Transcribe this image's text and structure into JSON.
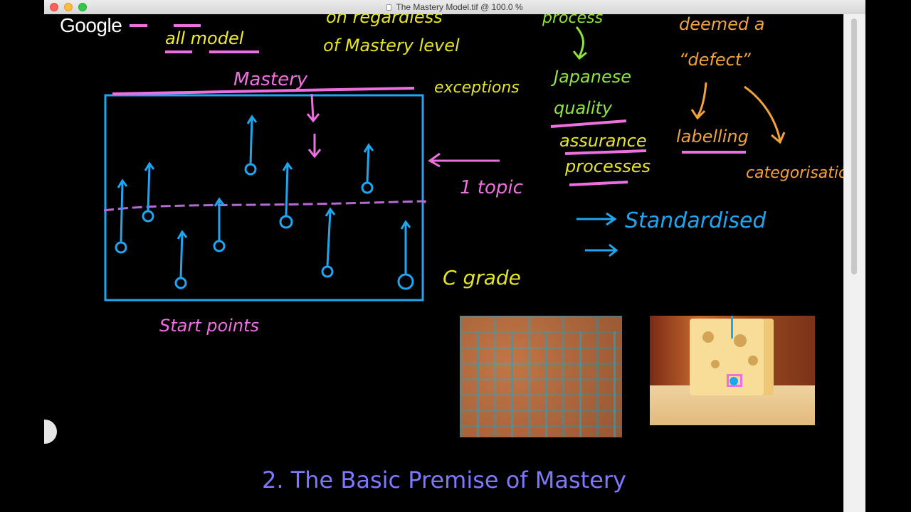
{
  "window": {
    "title": "The Mastery Model.tif @ 100.0 %"
  },
  "overlay": {
    "brand": "Google"
  },
  "slide": {
    "caption": "2. The Basic Premise of Mastery"
  },
  "handwriting": {
    "top_left_line1": "all model",
    "top_center_line1": "on regardless",
    "top_center_line2": "of Mastery level",
    "top_right_line1": "deemed a",
    "top_right_line2": "“defect”",
    "mastery": "Mastery",
    "exceptions": "exceptions",
    "japanese1": "Japanese",
    "japanese2": "quality",
    "japanese3": "assurance",
    "japanese4": "processes",
    "labelling": "labelling",
    "categorisation": "categorisatio",
    "one_topic": "1 topic",
    "standardised": "Standardised",
    "c_grade": "C grade",
    "start_points": "Start points"
  },
  "colors": {
    "pink": "#ee6fe0",
    "blue": "#1fa6f0",
    "yellow": "#e5e524",
    "green": "#8fe33a",
    "orange": "#f2a23a",
    "caption": "#7e78ff"
  }
}
